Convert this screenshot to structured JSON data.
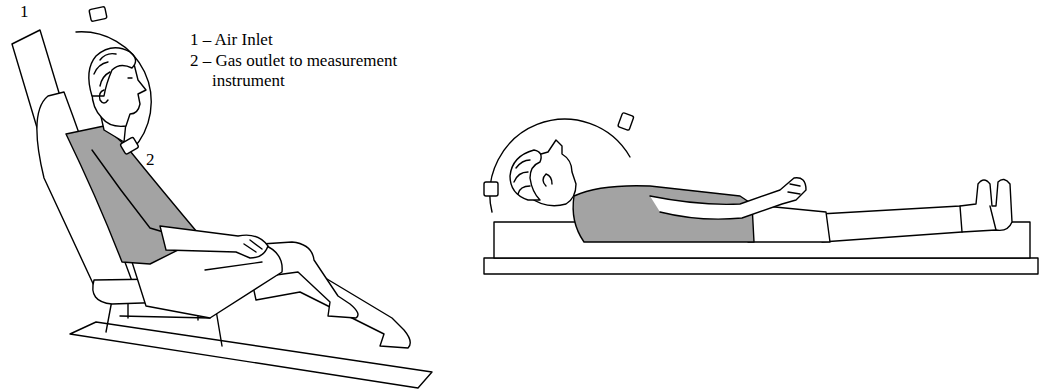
{
  "diagram": {
    "labels": [
      "1",
      "1 – Air Inlet",
      "2 – Gas outlet to measurement instrument",
      "2"
    ]
  }
}
